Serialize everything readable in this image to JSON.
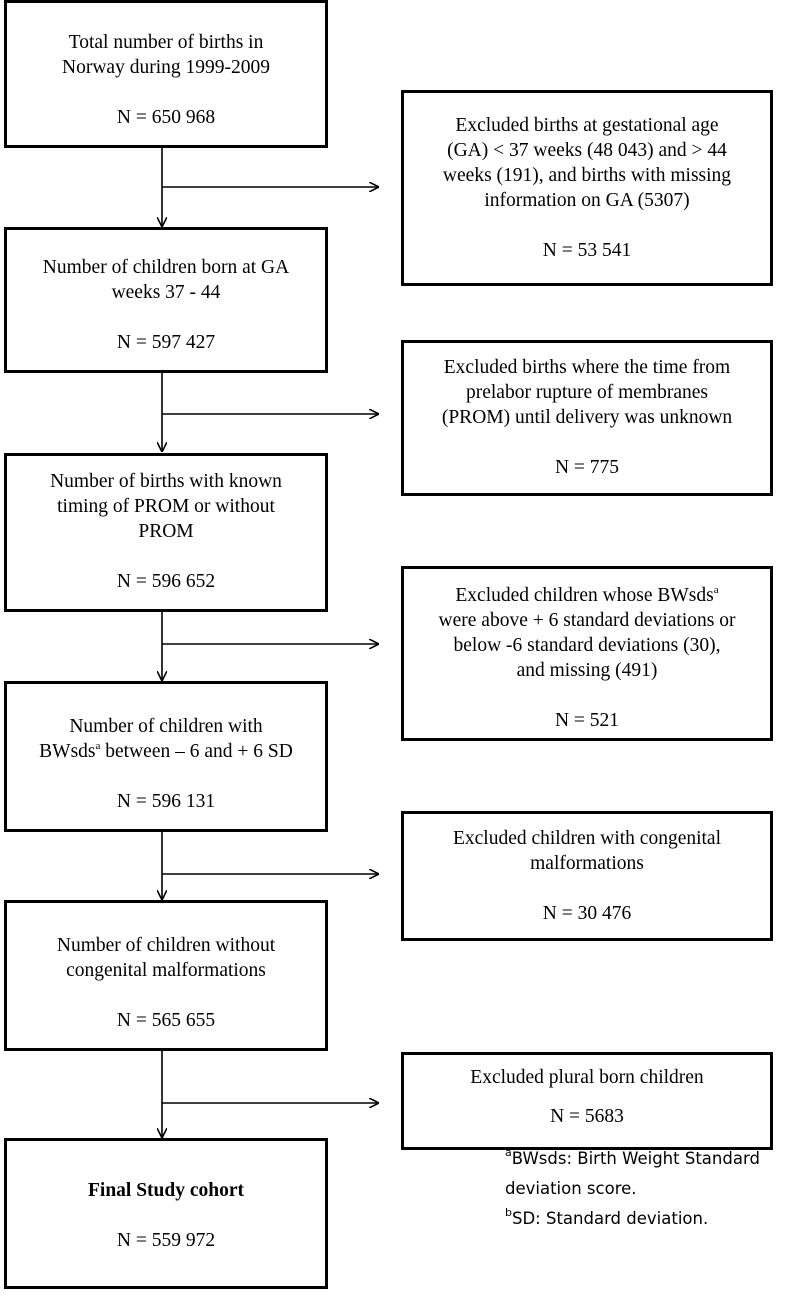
{
  "main_boxes": [
    {
      "lines": [
        "Total number of births in",
        "Norway during 1999-2009"
      ],
      "count": "N = 650 968"
    },
    {
      "lines": [
        "Number of children born at GA",
        "weeks 37 - 44"
      ],
      "count": "N = 597 427"
    },
    {
      "lines": [
        "Number of births with known",
        "timing of PROM or without",
        "PROM"
      ],
      "count": "N = 596 652"
    },
    {
      "line1_prefix": "Number of children with",
      "line2_prefix": "BWsds",
      "line2_sup": "a",
      "line2_suffix": " between – 6 and + 6 SD",
      "count": "N = 596 131"
    },
    {
      "lines": [
        "Number of children without",
        "congenital malformations"
      ],
      "count": "N = 565 655"
    },
    {
      "title": "Final Study cohort",
      "count": "N = 559 972"
    }
  ],
  "excluded_boxes": [
    {
      "lines": [
        "Excluded births at gestational age",
        "(GA) < 37 weeks (48 043) and > 44",
        "weeks (191), and births with missing",
        "information on GA (5307)"
      ],
      "count": "N = 53 541"
    },
    {
      "lines": [
        "Excluded births where the time from",
        "prelabor rupture of membranes",
        "(PROM) until delivery was unknown"
      ],
      "count": "N = 775"
    },
    {
      "line1_prefix": "Excluded children whose BWsds",
      "line1_sup": "a",
      "lines_rest": [
        "were above + 6 standard deviations or",
        "below -6 standard deviations (30),",
        "and missing (491)"
      ],
      "count": "N = 521"
    },
    {
      "lines": [
        "Excluded children with congenital",
        "malformations"
      ],
      "count": "N = 30 476"
    },
    {
      "lines": [
        "Excluded plural born children"
      ],
      "count": "N = 5683"
    }
  ],
  "footnotes": [
    {
      "sup": "a",
      "lines": [
        "BWsds: Birth Weight Standard",
        "deviation score."
      ]
    },
    {
      "sup": "b",
      "lines": [
        "SD: Standard deviation."
      ]
    }
  ]
}
